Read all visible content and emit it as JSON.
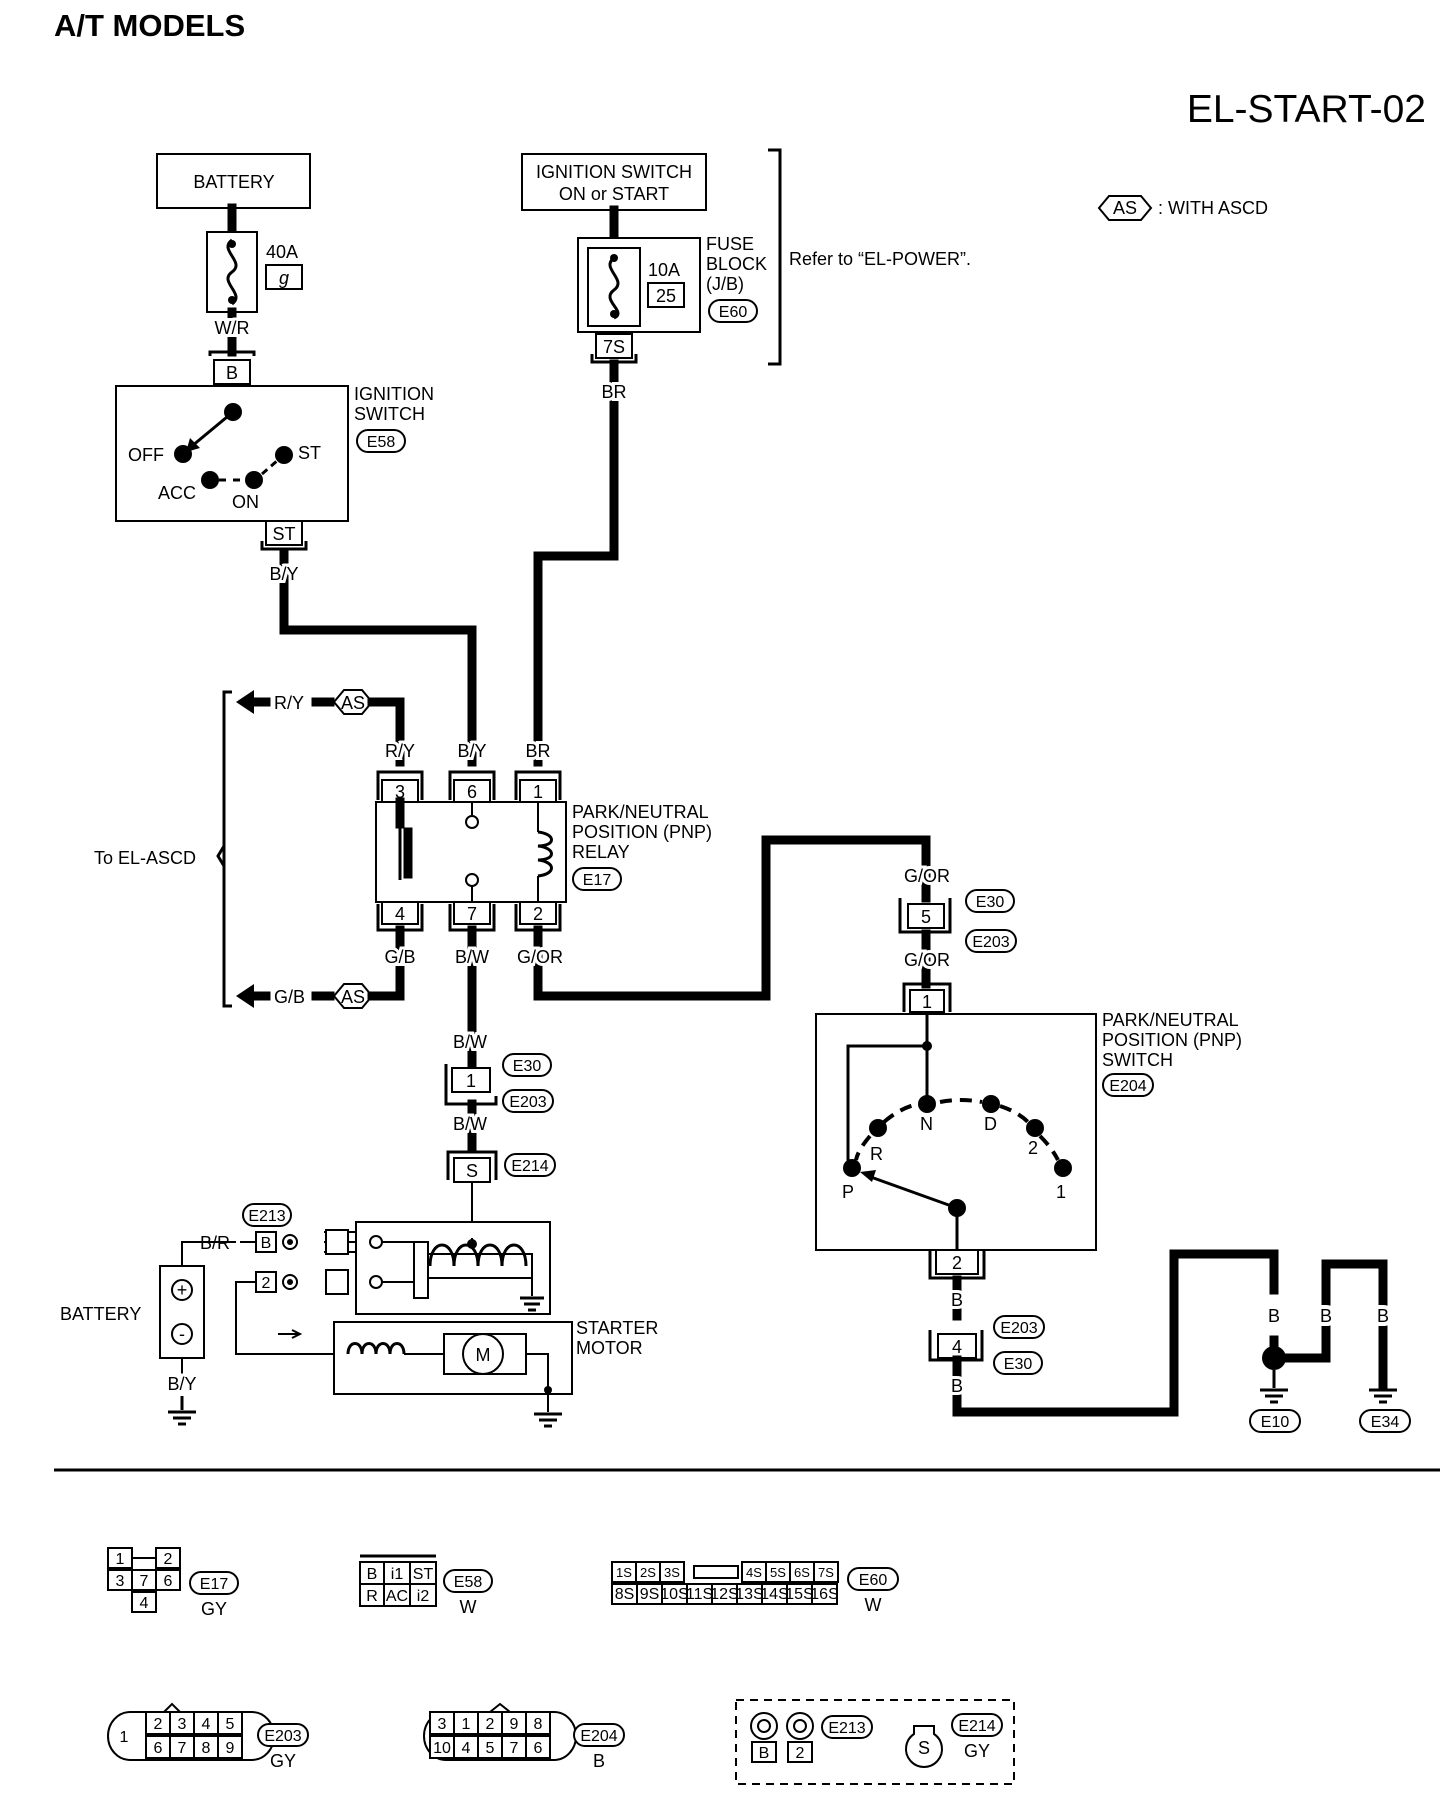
{
  "header": {
    "title": "A/T MODELS",
    "code": "EL-START-02"
  },
  "legend": {
    "badge": "AS",
    "text": ": WITH ASCD"
  },
  "battery_top": {
    "label": "BATTERY",
    "fuse_amp": "40A",
    "fuse_no": "g",
    "wire": "W/R",
    "term": "B"
  },
  "ignition_src": {
    "line1": "IGNITION SWITCH",
    "line2": "ON or START"
  },
  "fuse_block": {
    "amp": "10A",
    "no": "25",
    "line1": "FUSE",
    "line2": "BLOCK",
    "line3": "(J/B)",
    "conn": "E60",
    "term": "7S",
    "wire": "BR"
  },
  "refer": "Refer to “EL-POWER”.",
  "ign_switch": {
    "line1": "IGNITION",
    "line2": "SWITCH",
    "conn": "E58",
    "off": "OFF",
    "acc": "ACC",
    "on": "ON",
    "st": "ST",
    "term_in": "B",
    "term_out": "ST",
    "wire_out": "B/Y"
  },
  "ascd": {
    "top_wire": "R/Y",
    "bot_wire": "G/B",
    "badge": "AS",
    "to": "To EL-ASCD"
  },
  "pnp_relay": {
    "line1": "PARK/NEUTRAL",
    "line2": "POSITION (PNP)",
    "line3": "RELAY",
    "conn": "E17",
    "top_wires": [
      "R/Y",
      "B/Y",
      "BR"
    ],
    "top_pins": [
      "3",
      "6",
      "1"
    ],
    "bot_pins": [
      "4",
      "7",
      "2"
    ],
    "bot_wires": [
      "G/B",
      "B/W",
      "G/OR"
    ]
  },
  "starter_feed": {
    "wire1": "B/W",
    "pin1": "1",
    "conn_a": "E30",
    "conn_b": "E203",
    "wire2": "B/W",
    "pin2": "S",
    "conn_c": "E214"
  },
  "pnp_feed": {
    "wire1": "G/OR",
    "pin": "5",
    "conn_a": "E30",
    "conn_b": "E203",
    "wire2": "G/OR"
  },
  "pnp_switch": {
    "line1": "PARK/NEUTRAL",
    "line2": "POSITION (PNP)",
    "line3": "SWITCH",
    "conn": "E204",
    "pin_top": "1",
    "pin_bot": "2",
    "positions": [
      "R",
      "N",
      "D",
      "2",
      "P",
      "1"
    ]
  },
  "ground_run": {
    "wire1": "B",
    "pin": "4",
    "conn_a": "E203",
    "conn_b": "E30",
    "wire2": "B",
    "g_wires": [
      "B",
      "B",
      "B"
    ],
    "grounds": [
      "E10",
      "E34"
    ]
  },
  "battery_bottom": {
    "label": "BATTERY",
    "wire_br": "B/R",
    "wire_by": "B/Y",
    "pin_b": "B",
    "pin_2": "2",
    "conn": "E213",
    "plus": "+",
    "minus": "-"
  },
  "starter_motor": {
    "line1": "STARTER",
    "line2": "MOTOR",
    "motor": "M"
  },
  "connectors": {
    "e17": {
      "pins": [
        "1",
        "2",
        "3",
        "7",
        "6",
        "4"
      ],
      "id": "E17",
      "color": "GY"
    },
    "e58": {
      "pins": [
        "B",
        "i1",
        "ST",
        "R",
        "AC",
        "i2"
      ],
      "id": "E58",
      "color": "W"
    },
    "e60": {
      "top": [
        "1S",
        "2S",
        "3S",
        "4S",
        "5S",
        "6S",
        "7S"
      ],
      "bot": [
        "8S",
        "9S",
        "10S",
        "11S",
        "12S",
        "13S",
        "14S",
        "15S",
        "16S"
      ],
      "id": "E60",
      "color": "W"
    },
    "e203": {
      "first": "1",
      "top": [
        "2",
        "3",
        "4",
        "5"
      ],
      "bot": [
        "6",
        "7",
        "8",
        "9"
      ],
      "id": "E203",
      "color": "GY"
    },
    "e204": {
      "top": [
        "3",
        "1",
        "2",
        "9",
        "8"
      ],
      "bot": [
        "10",
        "4",
        "5",
        "7",
        "6"
      ],
      "id": "E204",
      "color": "B"
    },
    "e213": {
      "pins": [
        "B",
        "2"
      ],
      "id": "E213"
    },
    "e214": {
      "pin": "S",
      "id": "E214",
      "color": "GY"
    }
  }
}
